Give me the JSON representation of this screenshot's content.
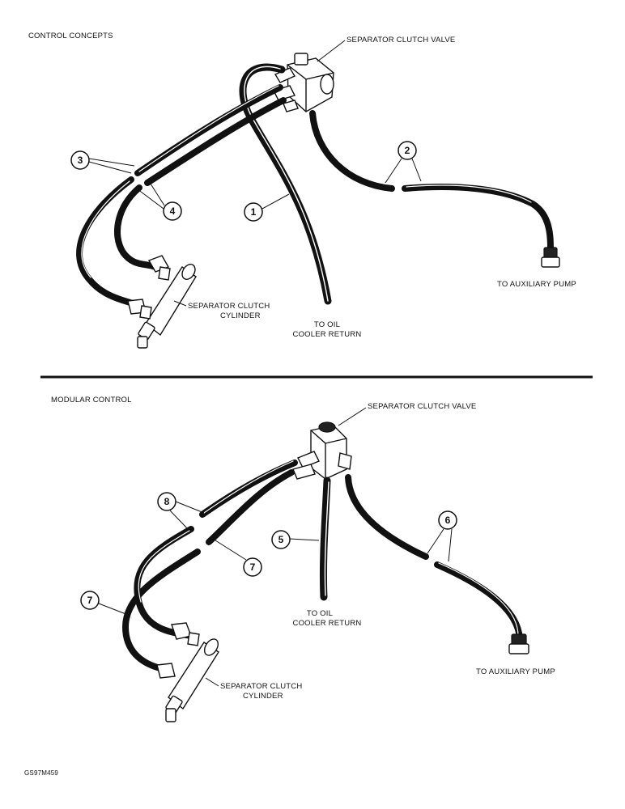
{
  "top": {
    "section_title": "CONTROL CONCEPTS",
    "valve_label": "SEPARATOR CLUTCH VALVE",
    "cylinder_label_1": "SEPARATOR CLUTCH",
    "cylinder_label_2": "CYLINDER",
    "oil_label_1": "TO OIL",
    "oil_label_2": "COOLER RETURN",
    "pump_label": "TO AUXILIARY PUMP",
    "callouts": [
      "3",
      "4",
      "1",
      "2"
    ]
  },
  "bottom": {
    "section_title": "MODULAR CONTROL",
    "valve_label": "SEPARATOR CLUTCH VALVE",
    "cylinder_label_1": "SEPARATOR CLUTCH",
    "cylinder_label_2": "CYLINDER",
    "oil_label_1": "TO OIL",
    "oil_label_2": "COOLER RETURN",
    "pump_label": "TO AUXILIARY PUMP",
    "callouts": [
      "8",
      "7",
      "5",
      "6",
      "7"
    ]
  },
  "figure_id": "GS97M459"
}
